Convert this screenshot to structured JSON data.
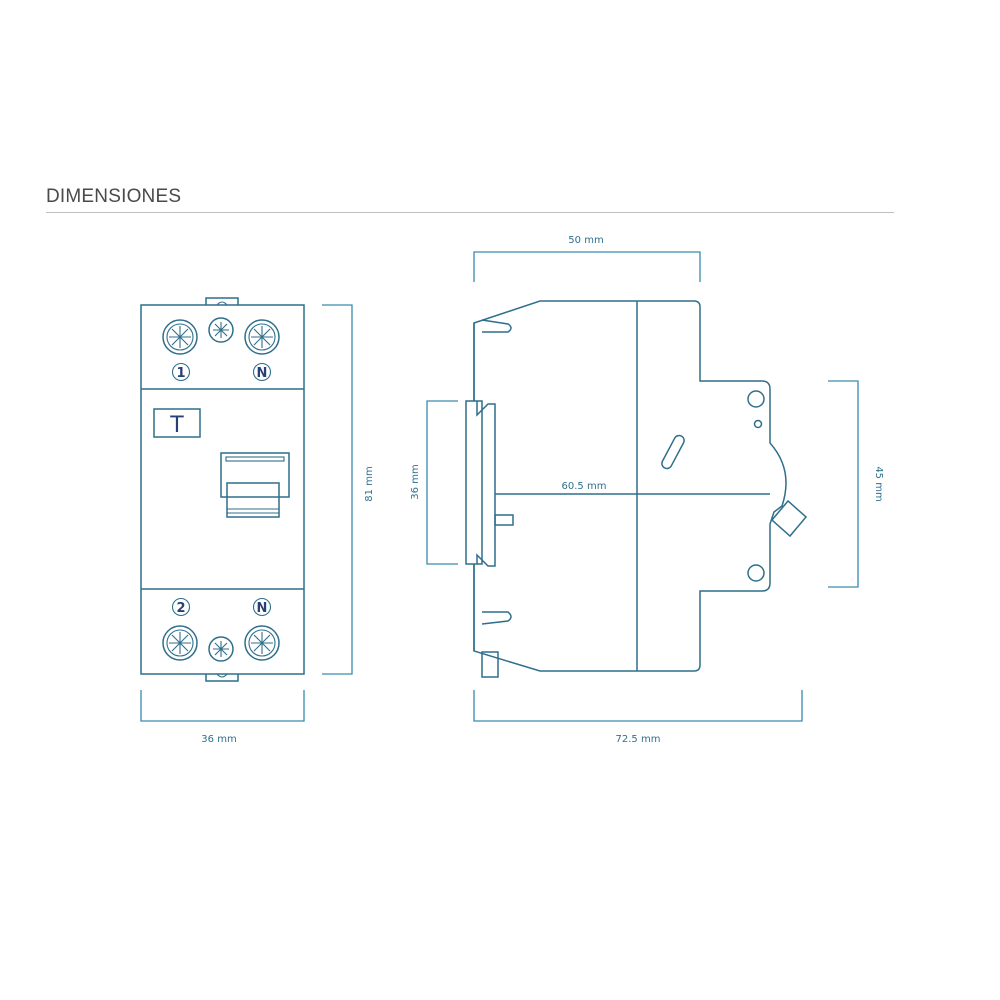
{
  "header": {
    "title": "DIMENSIONES"
  },
  "front_view": {
    "top_terminals": [
      "1",
      "N"
    ],
    "bottom_terminals": [
      "2",
      "N"
    ],
    "test_button_label": "T",
    "width_label": "36 mm",
    "height_label": "81 mm"
  },
  "side_view": {
    "top_width_label": "50 mm",
    "depth_label": "60.5 mm",
    "total_depth_label": "72.5 mm",
    "rail_height_label": "36 mm",
    "front_height_label": "45 mm"
  },
  "colors": {
    "line": "#2f6f8c",
    "dimension": "#3a8ab0",
    "number": "#2a3f73"
  }
}
